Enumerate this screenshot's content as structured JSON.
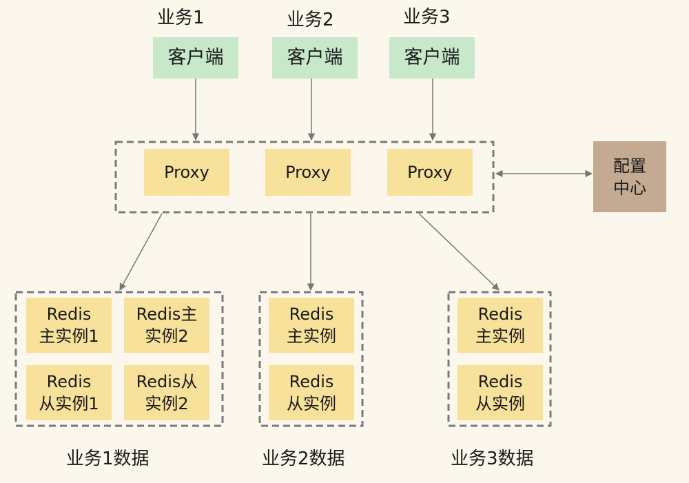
{
  "business_labels": [
    "业务1",
    "业务2",
    "业务3"
  ],
  "client_label": "客户端",
  "proxy_label": "Proxy",
  "config_center": {
    "line1": "配置",
    "line2": "中心"
  },
  "group1": {
    "cells": [
      {
        "line1": "Redis",
        "line2": "主实例1"
      },
      {
        "line1": "Redis主",
        "line2": "实例2"
      },
      {
        "line1": "Redis",
        "line2": "从实例1"
      },
      {
        "line1": "Redis从",
        "line2": "实例2"
      }
    ],
    "label": "业务1数据"
  },
  "group2": {
    "cells": [
      {
        "line1": "Redis",
        "line2": "主实例"
      },
      {
        "line1": "Redis",
        "line2": "从实例"
      }
    ],
    "label": "业务2数据"
  },
  "group3": {
    "cells": [
      {
        "line1": "Redis",
        "line2": "主实例"
      },
      {
        "line1": "Redis",
        "line2": "从实例"
      }
    ],
    "label": "业务3数据"
  },
  "colors": {
    "background": "#fbf7ec",
    "client": "#c7e8c9",
    "redis_proxy": "#f8e19b",
    "config": "#c4a993",
    "dashed_border": "#7a7a7a",
    "arrow": "#777777"
  }
}
